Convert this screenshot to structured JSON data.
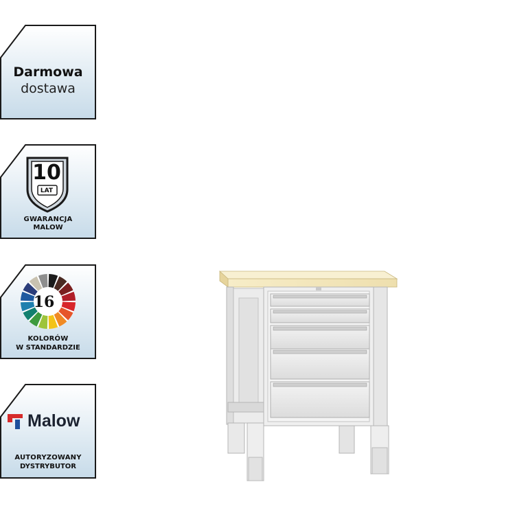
{
  "badges": {
    "delivery": {
      "line1": "Darmowa",
      "line2": "dostawa",
      "icon": "delivery-badge"
    },
    "warranty": {
      "number": "10",
      "unit": "LAT",
      "line1": "GWARANCJA",
      "line2": "MALOW",
      "icon": "shield-icon"
    },
    "colors": {
      "number": "16",
      "line1": "KOLORÓW",
      "line2": "W STANDARDZIE",
      "icon": "color-wheel-icon"
    },
    "distributor": {
      "brand": "Malow",
      "line1": "AUTORYZOWANY",
      "line2": "DYSTRYBUTOR",
      "icon": "malow-logo-icon"
    }
  },
  "colors": {
    "badge_border": "#1a1a1a",
    "badge_gradient_top": "#ffffff",
    "badge_gradient_bottom": "#c9dcea",
    "logo_red": "#d62b2b",
    "logo_blue": "#1d4f9c",
    "wood": "#f3e6b9",
    "metal": "#e6e6e6"
  },
  "product": {
    "icon": "workbench-image"
  }
}
